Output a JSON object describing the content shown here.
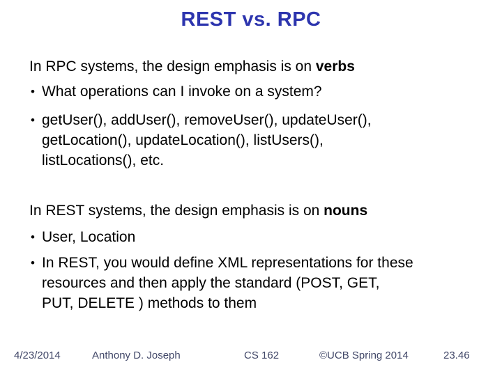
{
  "slide": {
    "title": "REST vs. RPC",
    "bullet_char": "•",
    "sections": [
      {
        "lead": {
          "pre": "In RPC systems, the design emphasis is on ",
          "bold": "verbs"
        },
        "bullets": [
          {
            "lines": [
              "What operations can I invoke on a system?"
            ]
          },
          {
            "lines": [
              "getUser(), addUser(), removeUser(), updateUser(),",
              "getLocation(), updateLocation(), listUsers(),",
              "listLocations(), etc."
            ]
          }
        ]
      },
      {
        "lead": {
          "pre": "In REST systems, the design emphasis is on ",
          "bold": "nouns"
        },
        "bullets": [
          {
            "lines": [
              "User, Location"
            ]
          },
          {
            "lines": [
              "In REST, you would define XML representations for these",
              "resources and then apply the standard (POST, GET,",
              "PUT, DELETE ) methods to them"
            ]
          }
        ]
      }
    ],
    "footer": {
      "date": "4/23/2014",
      "author": "Anthony D. Joseph",
      "course": "CS 162",
      "copyright": "©UCB Spring 2014",
      "page": "23.46"
    },
    "colors": {
      "title": "#2D35AE",
      "body": "#000000",
      "footer": "#414768"
    }
  }
}
